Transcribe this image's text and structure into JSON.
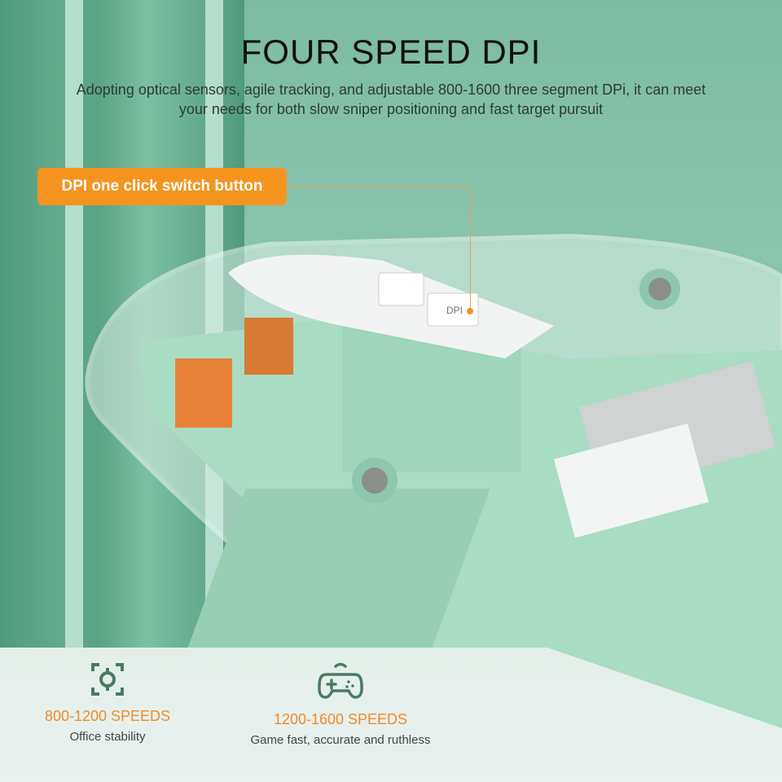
{
  "header": {
    "title": "FOUR SPEED DPI",
    "description": "Adopting optical sensors, agile tracking, and adjustable 800-1600 three segment DPi, it can meet your needs for both slow sniper positioning and fast target pursuit"
  },
  "callout": {
    "label": "DPI one click switch button"
  },
  "mouse_buttons": {
    "dpi_label": "DPI"
  },
  "features": [
    {
      "icon": "target-icon",
      "title": "800-1200 SPEEDS",
      "subtitle": "Office stability"
    },
    {
      "icon": "gamepad-icon",
      "title": "1200-1600 SPEEDS",
      "subtitle": "Game fast, accurate and ruthless"
    }
  ],
  "colors": {
    "accent": "#f4941f",
    "mint": "#a8dcc3",
    "icon": "#4a7a66"
  }
}
